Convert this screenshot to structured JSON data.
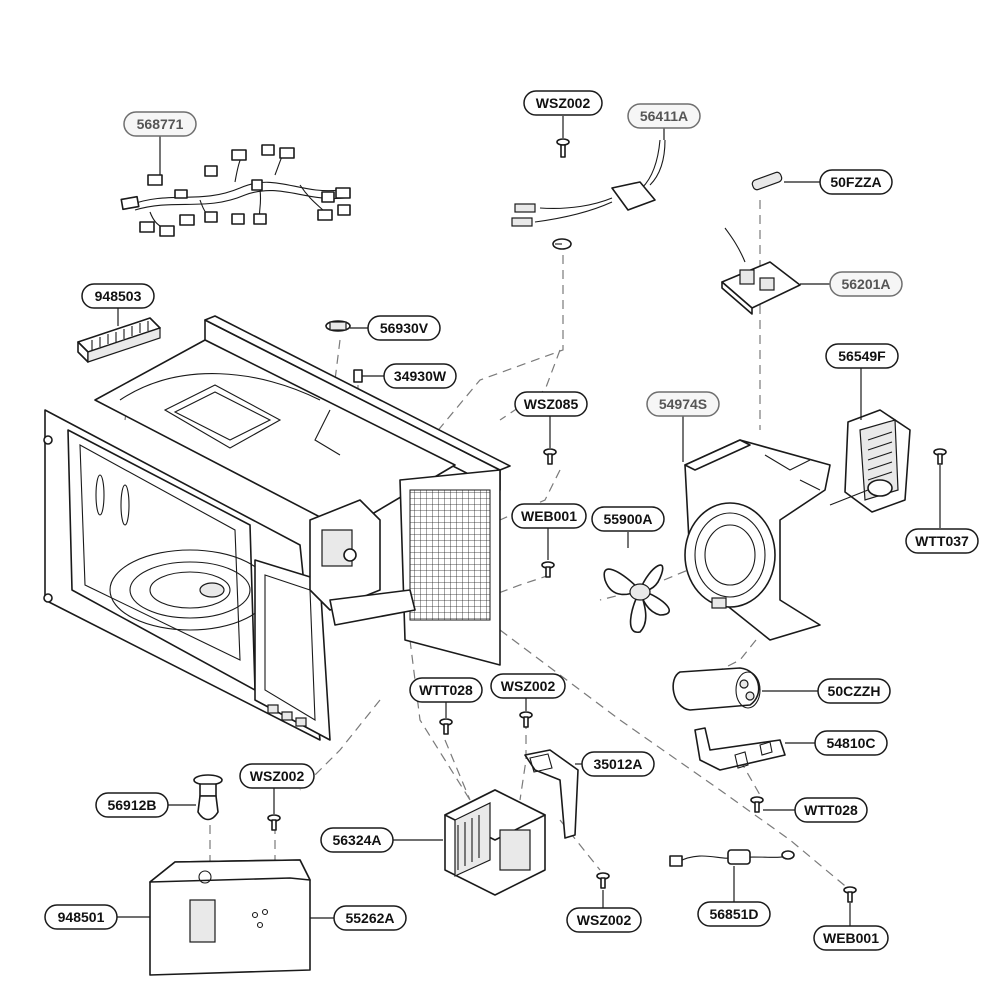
{
  "callouts": {
    "c568771": "568771",
    "c948503": "948503",
    "c56930V": "56930V",
    "c34930W": "34930W",
    "cWSZ002_top": "WSZ002",
    "c56411A": "56411A",
    "c50FZZA": "50FZZA",
    "c56201A": "56201A",
    "cWSZ085": "WSZ085",
    "c54974S": "54974S",
    "c56549F": "56549F",
    "cWEB001_mid": "WEB001",
    "c55900A": "55900A",
    "cWTT037": "WTT037",
    "cWTT028_left": "WTT028",
    "cWSZ002_mid": "WSZ002",
    "c50CZZH": "50CZZH",
    "c54810C": "54810C",
    "c35012A": "35012A",
    "cWSZ002_left": "WSZ002",
    "c56912B": "56912B",
    "cWTT028_right": "WTT028",
    "c56324A": "56324A",
    "c948501": "948501",
    "c55262A": "55262A",
    "cWSZ002_bottom": "WSZ002",
    "c56851D": "56851D",
    "cWEB001_bottom": "WEB001"
  }
}
